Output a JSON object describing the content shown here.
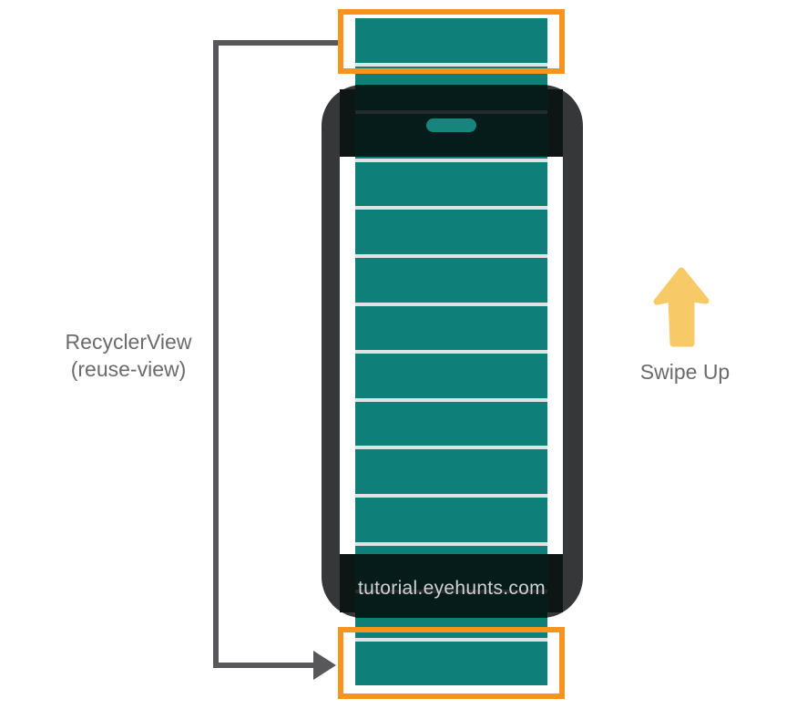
{
  "diagram": {
    "left_label": {
      "line1": "RecyclerView",
      "line2": "(reuse-view)"
    },
    "right_label": "Swipe Up",
    "watermark": "tutorial.eyehunts.com",
    "list": {
      "item_count": 14
    }
  },
  "colors": {
    "item_teal": "#0E7F79",
    "item_separator": "#E0E3E2",
    "phone_frame_gray": "#353738",
    "phone_bezel_black": "#0D1614",
    "speaker_pill_teal": "#17857D",
    "highlight_orange": "#F8941D",
    "connector_gray": "#58585A",
    "label_gray": "#6A6B6D",
    "watermark_gray": "#CFD2D1",
    "swipe_arrow_yellow": "#F7CA67",
    "background": "#FFFFFF"
  }
}
